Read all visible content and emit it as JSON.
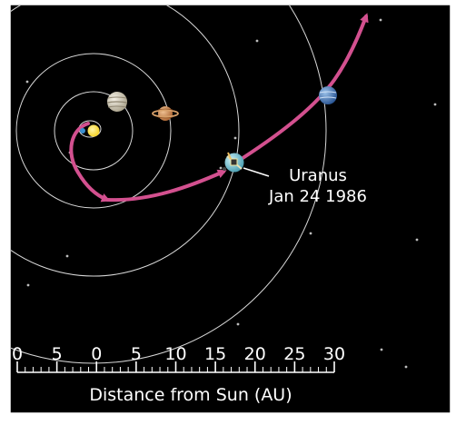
{
  "annotation": {
    "name": "Uranus",
    "date": "Jan 24 1986"
  },
  "scale_bar": {
    "labels": [
      "0",
      "5",
      "0",
      "5",
      "10",
      "15",
      "20",
      "25",
      "30"
    ],
    "title": "Distance from Sun (AU)"
  },
  "colors": {
    "background": "#000000",
    "frame": "#ffffff",
    "orbit": "#d8d8d8",
    "trajectory": "#d3508f",
    "sun": "#f6d32b",
    "earth": "#3a8fd0",
    "jupiter": "#d9d2bd",
    "saturn": "#d7935a",
    "uranus": "#7fc6d6",
    "neptune": "#3b6fb3",
    "text": "#ffffff"
  },
  "icons": {
    "sun": "sun-icon",
    "earth": "earth-icon",
    "jupiter": "jupiter-icon",
    "saturn": "saturn-icon",
    "uranus": "uranus-icon",
    "neptune": "neptune-icon",
    "spacecraft": "spacecraft-icon",
    "stars": "star-icon"
  }
}
